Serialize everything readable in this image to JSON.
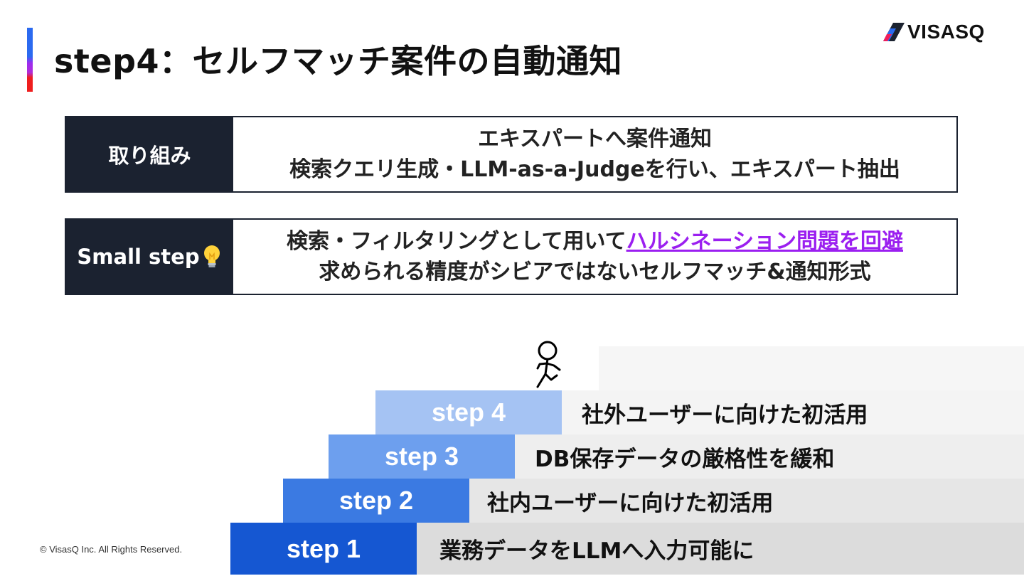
{
  "header": {
    "title": "step4：セルフマッチ案件の自動通知",
    "logo_text": "VISASQ",
    "logo_icon": "visasq-slash-icon"
  },
  "boxes": [
    {
      "label": "取り組み",
      "lines": [
        "エキスパートへ案件通知",
        "検索クエリ生成・LLM-as-a-Judgeを行い、エキスパート抽出"
      ]
    },
    {
      "label": "Small step",
      "label_icon": "lightbulb-icon",
      "line1_prefix": "検索・フィルタリングとして用いて",
      "line1_highlight": "ハルシネーション問題を回避",
      "line2": "求められる精度がシビアではないセルフマッチ&通知形式"
    }
  ],
  "staircase": {
    "figure_icon": "stick-figure-icon",
    "steps": [
      {
        "label": "step 4",
        "desc": "社外ユーザーに向けた初活用",
        "color": "#a5c3f3"
      },
      {
        "label": "step 3",
        "desc": "DB保存データの厳格性を緩和",
        "color": "#6d9fee"
      },
      {
        "label": "step 2",
        "desc": "社内ユーザーに向けた初活用",
        "color": "#3b7ae2"
      },
      {
        "label": "step 1",
        "desc": "業務データをLLMへ入力可能に",
        "color": "#1557d2"
      }
    ]
  },
  "footer": {
    "copyright": "© VisasQ Inc. All Rights Reserved."
  }
}
